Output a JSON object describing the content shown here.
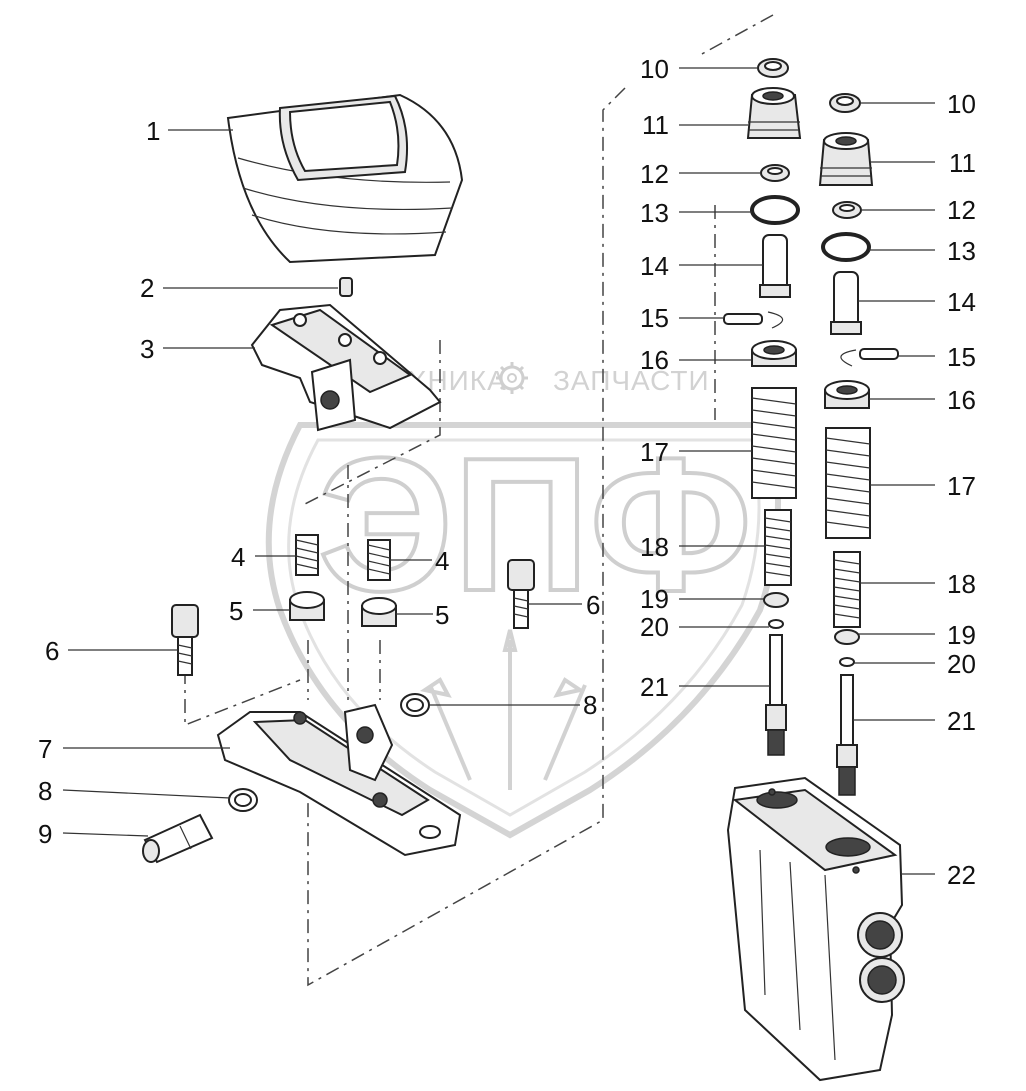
{
  "watermark": {
    "left_text": "ТЕХНИКА",
    "right_text": "ЗАПЧАСТИ",
    "logo_text": "ЭПФ"
  },
  "labels": [
    {
      "id": "l1",
      "text": "1"
    },
    {
      "id": "l2",
      "text": "2"
    },
    {
      "id": "l3",
      "text": "3"
    },
    {
      "id": "l4a",
      "text": "4"
    },
    {
      "id": "l4b",
      "text": "4"
    },
    {
      "id": "l5a",
      "text": "5"
    },
    {
      "id": "l5b",
      "text": "5"
    },
    {
      "id": "l6a",
      "text": "6"
    },
    {
      "id": "l6b",
      "text": "6"
    },
    {
      "id": "l7",
      "text": "7"
    },
    {
      "id": "l8a",
      "text": "8"
    },
    {
      "id": "l8b",
      "text": "8"
    },
    {
      "id": "l9",
      "text": "9"
    },
    {
      "id": "l10a",
      "text": "10"
    },
    {
      "id": "l11a",
      "text": "11"
    },
    {
      "id": "l12a",
      "text": "12"
    },
    {
      "id": "l13a",
      "text": "13"
    },
    {
      "id": "l14a",
      "text": "14"
    },
    {
      "id": "l15a",
      "text": "15"
    },
    {
      "id": "l16a",
      "text": "16"
    },
    {
      "id": "l17a",
      "text": "17"
    },
    {
      "id": "l18a",
      "text": "18"
    },
    {
      "id": "l19a",
      "text": "19"
    },
    {
      "id": "l20a",
      "text": "20"
    },
    {
      "id": "l21a",
      "text": "21"
    },
    {
      "id": "l10b",
      "text": "10"
    },
    {
      "id": "l11b",
      "text": "11"
    },
    {
      "id": "l12b",
      "text": "12"
    },
    {
      "id": "l13b",
      "text": "13"
    },
    {
      "id": "l14b",
      "text": "14"
    },
    {
      "id": "l15b",
      "text": "15"
    },
    {
      "id": "l16b",
      "text": "16"
    },
    {
      "id": "l17b",
      "text": "17"
    },
    {
      "id": "l18b",
      "text": "18"
    },
    {
      "id": "l19b",
      "text": "19"
    },
    {
      "id": "l20b",
      "text": "20"
    },
    {
      "id": "l21b",
      "text": "21"
    },
    {
      "id": "l22",
      "text": "22"
    }
  ]
}
